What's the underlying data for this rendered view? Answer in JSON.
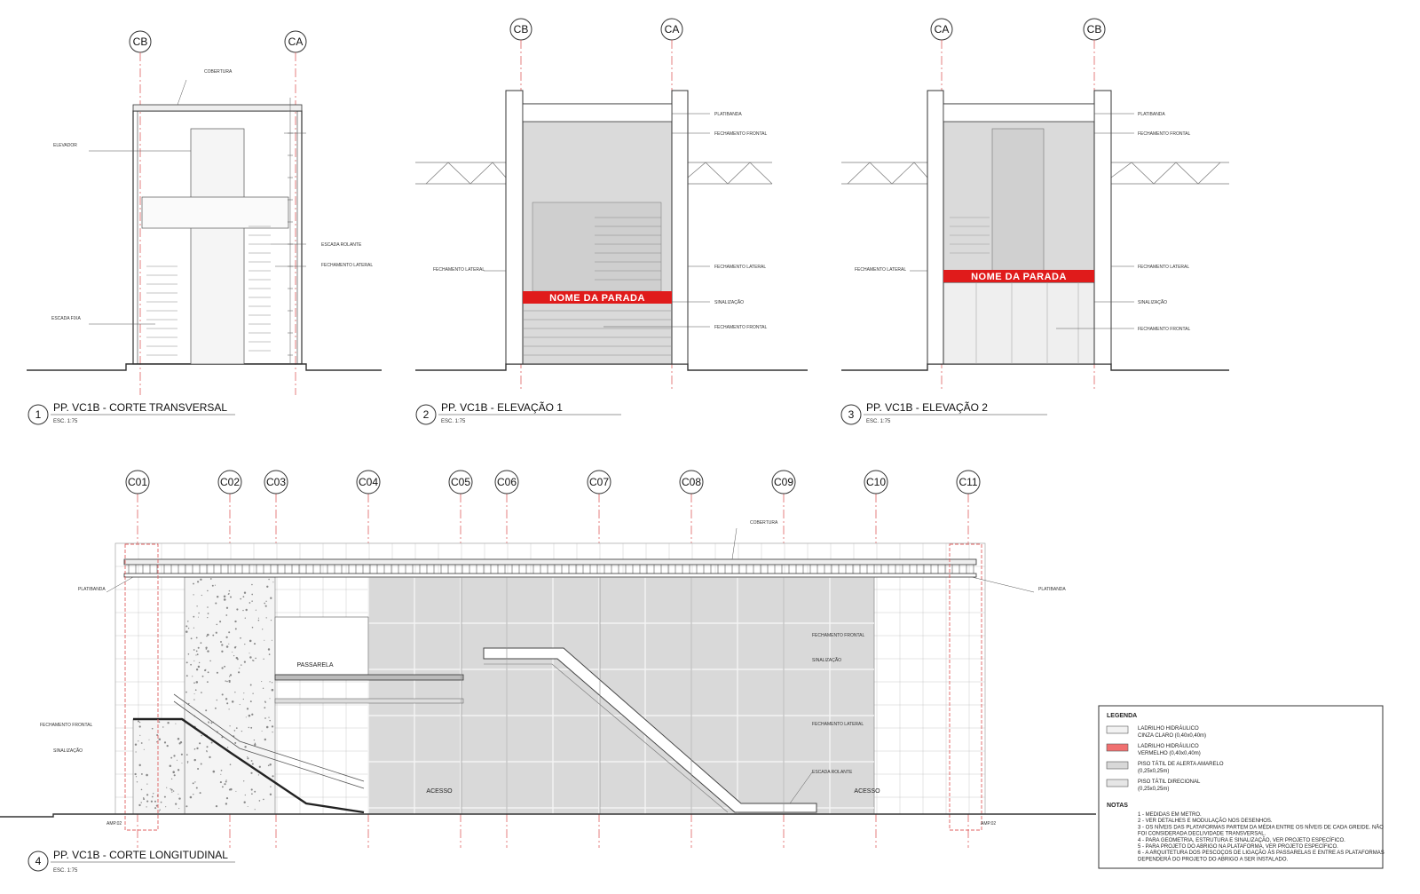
{
  "views": [
    {
      "number": "1",
      "title": "PP. VC1B - CORTE TRANSVERSAL",
      "scale": "ESC. 1:75",
      "axes": [
        "CB",
        "CA"
      ]
    },
    {
      "number": "2",
      "title": "PP. VC1B - ELEVAÇÃO 1",
      "scale": "ESC. 1:75",
      "axes": [
        "CB",
        "CA"
      ]
    },
    {
      "number": "3",
      "title": "PP. VC1B - ELEVAÇÃO 2",
      "scale": "ESC. 1:75",
      "axes": [
        "CA",
        "CB"
      ]
    },
    {
      "number": "4",
      "title": "PP. VC1B - CORTE LONGITUDINAL",
      "scale": "ESC. 1:75",
      "axes": [
        "C01",
        "C02",
        "C03",
        "C04",
        "C05",
        "C06",
        "C07",
        "C08",
        "C09",
        "C10",
        "C11"
      ]
    }
  ],
  "sign_text": "NOME DA PARADA",
  "labels": {
    "passarela": "PASSARELA",
    "acesso": "ACESSO",
    "amp": "AMP.02",
    "escada_rolante": "ESCADA ROLANTE",
    "cobertura": "COBERTURA",
    "platibanda": "PLATIBANDA",
    "elevador": "ELEVADOR",
    "escada_fixa": "ESCADA FIXA",
    "fechamento_lateral": "FECHAMENTO LATERAL",
    "fechamento_frontal": "FECHAMENTO FRONTAL",
    "sinalizacao": "SINALIZAÇÃO"
  },
  "legend": {
    "title": "LEGENDA",
    "items": [
      {
        "label": "LADRILHO HIDRÁULICO",
        "sub": "CINZA CLARO (0,40x0,40m)",
        "swatch": "#f2f2f2"
      },
      {
        "label": "LADRILHO HIDRÁULICO",
        "sub": "VERMELHO (0,40x0,40m)",
        "swatch": "#f07070"
      },
      {
        "label": "PISO TÁTIL DE ALERTA AMARELO",
        "sub": "(0,25x0,25m)",
        "swatch": "#d8d8d8"
      },
      {
        "label": "PISO TÁTIL DIRECIONAL",
        "sub": "(0,25x0,25m)",
        "swatch": "#e6e6e6"
      }
    ],
    "notes_title": "NOTAS",
    "notes": [
      "1 - MEDIDAS EM METRO.",
      "2 - VER DETALHES E MODULAÇÃO NOS DESENHOS.",
      "3 - OS NÍVEIS DAS PLATAFORMAS PARTEM DA MÉDIA ENTRE OS NÍVEIS DE CADA GREIDE. NÃO",
      "FOI CONSIDERADA DECLIVIDADE TRANSVERSAL.",
      "4 - PARA GEOMETRIA, ESTRUTURA E SINALIZAÇÃO, VER PROJETO ESPECÍFICO.",
      "5 - PARA PROJETO DO ABRIGO NA PLATAFORMA, VER PROJETO ESPECÍFICO.",
      "6 - A ARQUITETURA DOS PESCOÇOS DE LIGAÇÃO ÀS PASSARELAS E ENTRE AS PLATAFORMAS",
      "DEPENDERÁ DO PROJETO DO ABRIGO A SER INSTALADO."
    ]
  },
  "colors": {
    "accent_red": "#e01b1b",
    "line": "#333333",
    "axis_red": "#e06060",
    "panel_gray": "#d9d9d9"
  }
}
